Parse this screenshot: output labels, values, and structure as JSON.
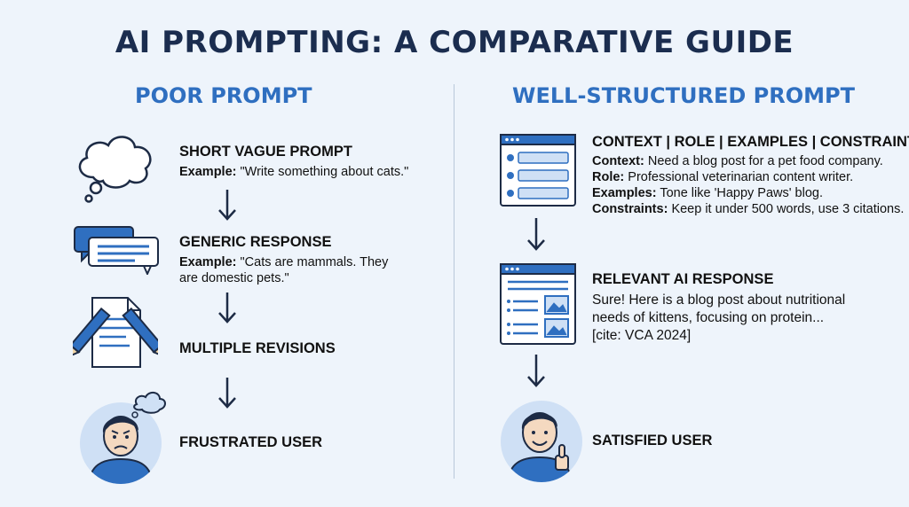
{
  "title": "AI PROMPTING: A COMPARATIVE GUIDE",
  "colors": {
    "title": "#1b2d4f",
    "heading": "#2f6fc0",
    "icon_blue": "#2f6fc0",
    "icon_light": "#cfe0f5"
  },
  "left": {
    "heading": "POOR PROMPT",
    "steps": [
      {
        "icon": "thought-cloud-icon",
        "title": "SHORT VAGUE PROMPT",
        "label": "Example:",
        "text": "\"Write something about cats.\""
      },
      {
        "icon": "chat-bubbles-icon",
        "title": "GENERIC RESPONSE",
        "label": "Example:",
        "text1": "\"Cats are mammals. They",
        "text2": "are domestic pets.\""
      },
      {
        "icon": "document-pencils-icon",
        "title": "MULTIPLE REVISIONS"
      },
      {
        "icon": "frustrated-user-avatar-icon",
        "title": "FRUSTRATED USER"
      }
    ]
  },
  "right": {
    "heading": "WELL-STRUCTURED PROMPT",
    "steps": [
      {
        "icon": "structured-form-icon",
        "title": "CONTEXT | ROLE | EXAMPLES | CONSTRAINTS",
        "rows": [
          {
            "label": "Context:",
            "text": "Need a blog post for a pet food company."
          },
          {
            "label": "Role:",
            "text": "Professional veterinarian content writer."
          },
          {
            "label": "Examples:",
            "text": "Tone like 'Happy Paws' blog."
          },
          {
            "label": "Constraints:",
            "text": "Keep it under 500 words, use 3 citations."
          }
        ]
      },
      {
        "icon": "webpage-response-icon",
        "title": "RELEVANT AI RESPONSE",
        "lines": [
          "Sure! Here is a blog post about nutritional",
          "needs of kittens, focusing on protein...",
          "[cite: VCA 2024]"
        ]
      },
      {
        "icon": "satisfied-user-avatar-icon",
        "title": "SATISFIED USER"
      }
    ]
  }
}
